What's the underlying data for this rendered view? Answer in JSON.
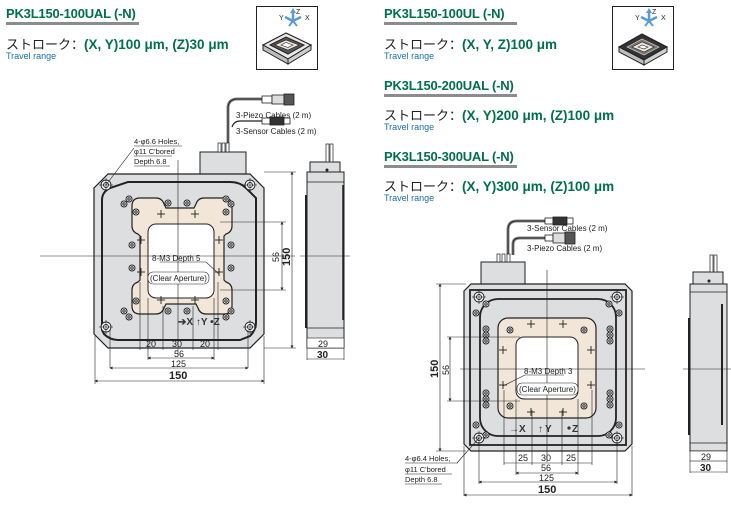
{
  "colors": {
    "model_green": "#00704a",
    "travel_blue": "#1a6fa8",
    "plate_gray": "#dcdee0",
    "stage_beige": "#f1e6d8",
    "rule_gray": "#8c8c8c",
    "axis_blue": "#5b9bd5"
  },
  "left_block": {
    "model": "PK3L150-100UAL (-N)",
    "stroke_label": "ストローク：",
    "stroke_value": "(X, Y)100 μm, (Z)30 μm",
    "travel_label": "Travel range",
    "thumbnail": {
      "axis_y": "Y",
      "axis_z": "Z",
      "axis_x": "X",
      "icon": "stage-iso-icon"
    }
  },
  "right_block": {
    "models": [
      {
        "model": "PK3L150-100UL (-N)",
        "stroke_label": "ストローク：",
        "stroke_value": "(X, Y, Z)100 μm",
        "travel_label": "Travel range"
      },
      {
        "model": "PK3L150-200UAL (-N)",
        "stroke_label": "ストローク：",
        "stroke_value": "(X, Y)200 μm, (Z)100 μm",
        "travel_label": "Travel range"
      },
      {
        "model": "PK3L150-300UAL (-N)",
        "stroke_label": "ストローク：",
        "stroke_value": "(X, Y)300 μm, (Z)100 μm",
        "travel_label": "Travel range"
      }
    ],
    "thumbnail": {
      "axis_y": "Y",
      "axis_z": "Z",
      "axis_x": "X",
      "icon": "stage-iso-icon"
    }
  },
  "drawing_left": {
    "piezo_cables": "3-Piezo Cables (2 m)",
    "sensor_cables": "3-Sensor Cables (2 m)",
    "holes_line1": "4-φ6.6 Holes,",
    "holes_line2": "φ11 C'bored",
    "holes_line3": "Depth 6.8",
    "tapped": "8-M3 Depth 5",
    "aperture": "(Clear Aperture)",
    "axes_marking": "➔X ↑Y •Z",
    "dims_bottom": [
      "20",
      "30",
      "20",
      "56",
      "125",
      "150"
    ],
    "dim_side_56": "56",
    "dim_side_150": "150",
    "side_dims": [
      "29",
      "30"
    ]
  },
  "drawing_right": {
    "sensor_cables": "3-Sensor Cables (2 m)",
    "piezo_cables": "3-Piezo Cables (2 m)",
    "holes_line1": "4-φ6.4 Holes,",
    "holes_line2": "φ11 C'bored",
    "holes_line3": "Depth 6.8",
    "tapped": "8-M3 Depth 3",
    "aperture": "(Clear Aperture)",
    "axis_x": "X",
    "axis_y": "Y",
    "axis_z": "Z",
    "dims_bottom": [
      "25",
      "30",
      "25",
      "56",
      "125",
      "150"
    ],
    "dim_side_150": "150",
    "dim_side_56": "56",
    "side_dims": [
      "29",
      "30"
    ]
  }
}
